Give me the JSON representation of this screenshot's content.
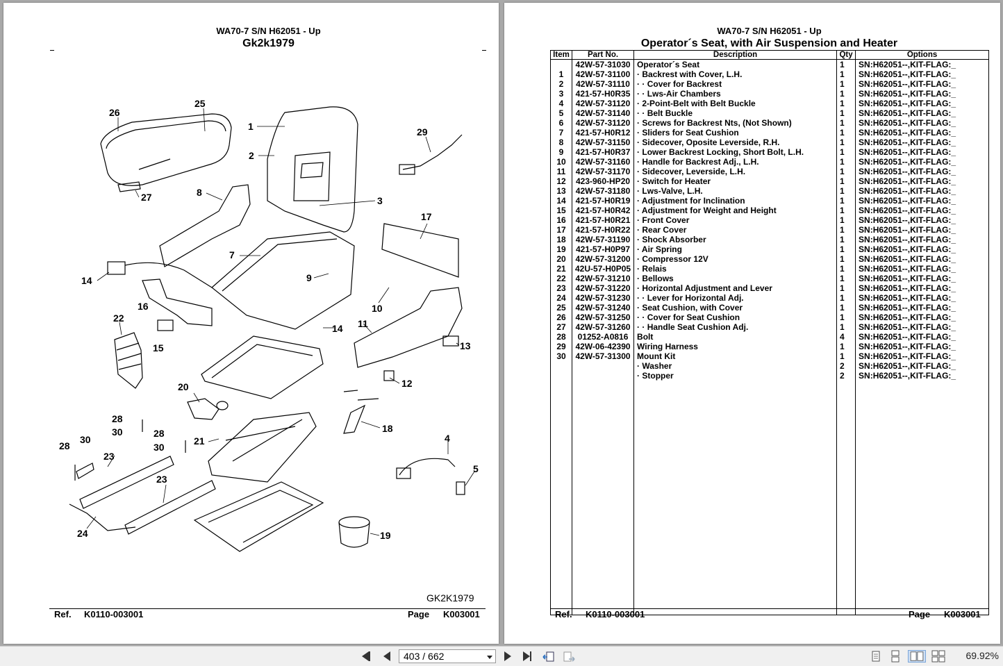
{
  "left_page": {
    "title": "WA70-7 S/N H62051 - Up",
    "subtitle": "Gk2k1979",
    "figure_id": "GK2K1979",
    "footer": {
      "ref_label": "Ref.",
      "ref_value": "K0110-003001",
      "page_label": "Page",
      "page_value": "K003001"
    },
    "callouts": [
      "1",
      "2",
      "3",
      "4",
      "5",
      "7",
      "8",
      "9",
      "10",
      "11",
      "12",
      "13",
      "14",
      "14",
      "15",
      "16",
      "17",
      "18",
      "19",
      "20",
      "21",
      "22",
      "23",
      "23",
      "24",
      "25",
      "26",
      "27",
      "28",
      "28",
      "28",
      "29",
      "30",
      "30",
      "30"
    ]
  },
  "right_page": {
    "title": "WA70-7 S/N H62051 - Up",
    "subtitle": "Operator´s Seat, with Air Suspension and Heater",
    "footer": {
      "ref_label": "Ref.",
      "ref_value": "K0110-003001",
      "page_label": "Page",
      "page_value": "K003001"
    },
    "table": {
      "headers": {
        "item": "Item",
        "part": "Part No.",
        "desc": "Description",
        "qty": "Qty",
        "options": "Options"
      },
      "rows": [
        {
          "item": "",
          "part": "42W-57-31030",
          "desc": "Operator´s Seat",
          "qty": "1",
          "options": "SN:H62051--,KIT-FLAG:_"
        },
        {
          "item": "1",
          "part": "42W-57-31100",
          "desc": "· Backrest with Cover, L.H.",
          "qty": "1",
          "options": "SN:H62051--,KIT-FLAG:_"
        },
        {
          "item": "2",
          "part": "42W-57-31110",
          "desc": "· · Cover for Backrest",
          "qty": "1",
          "options": "SN:H62051--,KIT-FLAG:_"
        },
        {
          "item": "3",
          "part": "421-57-H0R35",
          "desc": "· · Lws-Air Chambers",
          "qty": "1",
          "options": "SN:H62051--,KIT-FLAG:_"
        },
        {
          "item": "4",
          "part": "42W-57-31120",
          "desc": "· 2-Point-Belt with Belt Buckle",
          "qty": "1",
          "options": "SN:H62051--,KIT-FLAG:_"
        },
        {
          "item": "5",
          "part": "42W-57-31140",
          "desc": "· · Belt Buckle",
          "qty": "1",
          "options": "SN:H62051--,KIT-FLAG:_"
        },
        {
          "item": "6",
          "part": "42W-57-31120",
          "desc": "· Screws for Backrest Nts, (Not Shown)",
          "qty": "1",
          "options": "SN:H62051--,KIT-FLAG:_"
        },
        {
          "item": "7",
          "part": "421-57-H0R12",
          "desc": "· Sliders for Seat Cushion",
          "qty": "1",
          "options": "SN:H62051--,KIT-FLAG:_"
        },
        {
          "item": "8",
          "part": "42W-57-31150",
          "desc": "· Sidecover, Oposite Leverside, R.H.",
          "qty": "1",
          "options": "SN:H62051--,KIT-FLAG:_"
        },
        {
          "item": "9",
          "part": "421-57-H0R37",
          "desc": "· Lower Backrest Locking, Short Bolt, L.H.",
          "qty": "1",
          "options": "SN:H62051--,KIT-FLAG:_"
        },
        {
          "item": "10",
          "part": "42W-57-31160",
          "desc": "· Handle for Backrest Adj., L.H.",
          "qty": "1",
          "options": "SN:H62051--,KIT-FLAG:_"
        },
        {
          "item": "11",
          "part": "42W-57-31170",
          "desc": "· Sidecover, Leverside, L.H.",
          "qty": "1",
          "options": "SN:H62051--,KIT-FLAG:_"
        },
        {
          "item": "12",
          "part": "423-960-HP20",
          "desc": "· Switch for Heater",
          "qty": "1",
          "options": "SN:H62051--,KIT-FLAG:_"
        },
        {
          "item": "13",
          "part": "42W-57-31180",
          "desc": "· Lws-Valve, L.H.",
          "qty": "1",
          "options": "SN:H62051--,KIT-FLAG:_"
        },
        {
          "item": "14",
          "part": "421-57-H0R19",
          "desc": "· Adjustment for Inclination",
          "qty": "1",
          "options": "SN:H62051--,KIT-FLAG:_"
        },
        {
          "item": "15",
          "part": "421-57-H0R42",
          "desc": "· Adjustment for Weight and Height",
          "qty": "1",
          "options": "SN:H62051--,KIT-FLAG:_"
        },
        {
          "item": "16",
          "part": "421-57-H0R21",
          "desc": "· Front Cover",
          "qty": "1",
          "options": "SN:H62051--,KIT-FLAG:_"
        },
        {
          "item": "17",
          "part": "421-57-H0R22",
          "desc": "· Rear Cover",
          "qty": "1",
          "options": "SN:H62051--,KIT-FLAG:_"
        },
        {
          "item": "18",
          "part": "42W-57-31190",
          "desc": "· Shock Absorber",
          "qty": "1",
          "options": "SN:H62051--,KIT-FLAG:_"
        },
        {
          "item": "19",
          "part": "421-57-H0P97",
          "desc": "· Air Spring",
          "qty": "1",
          "options": "SN:H62051--,KIT-FLAG:_"
        },
        {
          "item": "20",
          "part": "42W-57-31200",
          "desc": "· Compressor 12V",
          "qty": "1",
          "options": "SN:H62051--,KIT-FLAG:_"
        },
        {
          "item": "21",
          "part": "42U-57-H0P05",
          "desc": "· Relais",
          "qty": "1",
          "options": "SN:H62051--,KIT-FLAG:_"
        },
        {
          "item": "22",
          "part": "42W-57-31210",
          "desc": "· Bellows",
          "qty": "1",
          "options": "SN:H62051--,KIT-FLAG:_"
        },
        {
          "item": "23",
          "part": "42W-57-31220",
          "desc": "· Horizontal Adjustment and Lever",
          "qty": "1",
          "options": "SN:H62051--,KIT-FLAG:_"
        },
        {
          "item": "24",
          "part": "42W-57-31230",
          "desc": "· · Lever for Horizontal Adj.",
          "qty": "1",
          "options": "SN:H62051--,KIT-FLAG:_"
        },
        {
          "item": "25",
          "part": "42W-57-31240",
          "desc": "· Seat Cushion, with Cover",
          "qty": "1",
          "options": "SN:H62051--,KIT-FLAG:_"
        },
        {
          "item": "26",
          "part": "42W-57-31250",
          "desc": "· · Cover for Seat Cushion",
          "qty": "1",
          "options": "SN:H62051--,KIT-FLAG:_"
        },
        {
          "item": "27",
          "part": "42W-57-31260",
          "desc": "· · Handle Seat Cushion Adj.",
          "qty": "1",
          "options": "SN:H62051--,KIT-FLAG:_"
        },
        {
          "item": "28",
          "part": "01252-A0816",
          "desc": "Bolt",
          "qty": "4",
          "options": "SN:H62051--,KIT-FLAG:_"
        },
        {
          "item": "29",
          "part": "42W-06-42390",
          "desc": "Wiring Harness",
          "qty": "1",
          "options": "SN:H62051--,KIT-FLAG:_"
        },
        {
          "item": "30",
          "part": "42W-57-31300",
          "desc": "Mount Kit",
          "qty": "1",
          "options": "SN:H62051--,KIT-FLAG:_"
        },
        {
          "item": "",
          "part": "",
          "desc": "· Washer",
          "qty": "2",
          "options": "SN:H62051--,KIT-FLAG:_"
        },
        {
          "item": "",
          "part": "",
          "desc": "· Stopper",
          "qty": "2",
          "options": "SN:H62051--,KIT-FLAG:_"
        }
      ]
    }
  },
  "toolbar": {
    "page_field": "403 / 662",
    "zoom": "69.92%",
    "icons": [
      "first-page-icon",
      "prev-page-icon",
      "next-page-icon",
      "last-page-icon",
      "previous-view-icon",
      "next-view-icon",
      "single-page-icon",
      "continuous-icon",
      "facing-icon",
      "continuous-facing-icon"
    ]
  }
}
